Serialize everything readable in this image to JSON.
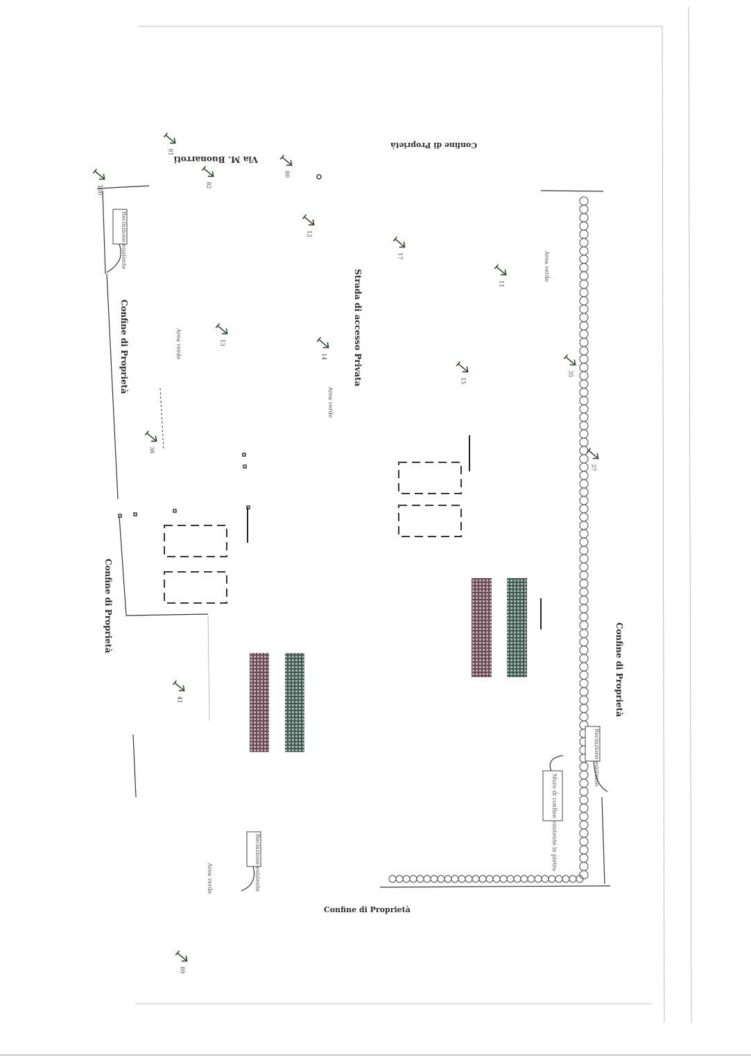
{
  "labels": {
    "confine_top": "Confine di Proprietà",
    "confine_left_upper": "Confine di Proprietà",
    "confine_left_lower": "Confine di Proprietà",
    "confine_right": "Confine di Proprietà",
    "confine_bottom": "Confine di Proprietà",
    "via": "Via M. Buonarroti",
    "strada": "Strada di accesso Privata",
    "area_verde": "Area verde"
  },
  "boxes": {
    "recinzione_1": "Recinzione esistente",
    "recinzione_2": "Recinzione esistente",
    "recinzione_3": "Recinzione esistente",
    "muro": "Muro di confine esistente in pietra"
  },
  "tree_numbers": [
    "100",
    "81",
    "82",
    "80",
    "12",
    "17",
    "11",
    "13",
    "14",
    "15",
    "35",
    "36",
    "37",
    "41",
    "89"
  ],
  "colors": {
    "panel_dark": "#6b4a55",
    "panel_green": "#3f5a50",
    "ink": "#333333"
  }
}
